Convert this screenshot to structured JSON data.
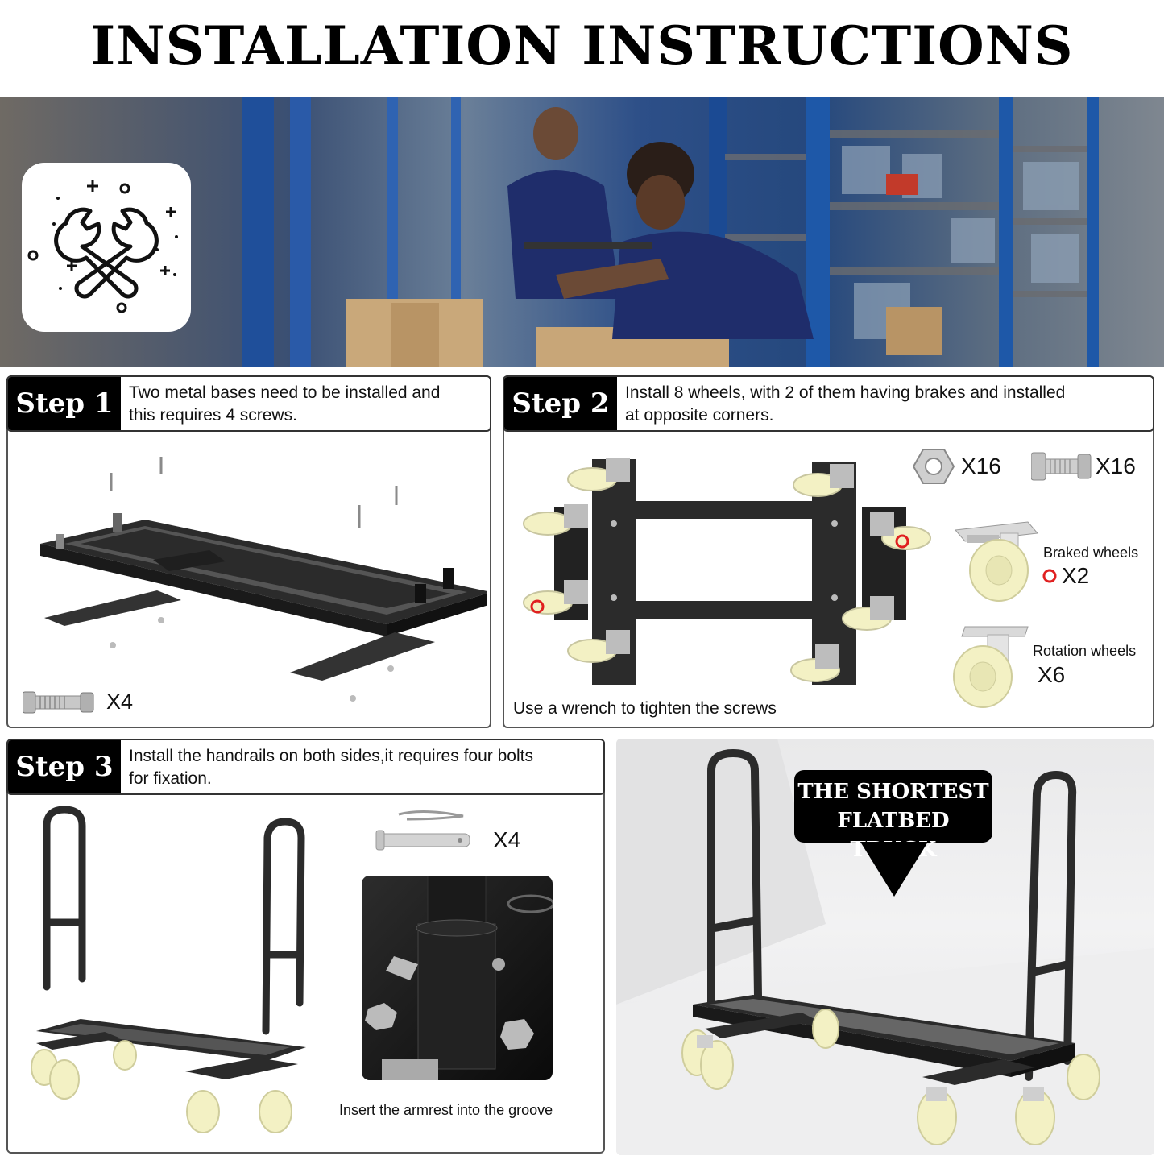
{
  "title": "INSTALLATION INSTRUCTIONS",
  "step1": {
    "label": "Step 1",
    "text_line1": "Two metal bases need to be installed and",
    "text_line2": "this requires 4 screws.",
    "screw_qty": "X4"
  },
  "step2": {
    "label": "Step 2",
    "text_line1": "Install 8 wheels, with 2 of them having brakes and installed",
    "text_line2": "at opposite corners.",
    "nut_qty": "X16",
    "bolt_qty": "X16",
    "braked_label": "Braked wheels",
    "braked_qty": "X2",
    "rotation_label": "Rotation wheels",
    "rotation_qty": "X6",
    "footer": "Use a wrench to tighten the screws"
  },
  "step3": {
    "label": "Step 3",
    "text_line1": "Install the handrails on both sides,it requires four bolts",
    "text_line2": "for fixation.",
    "pin_qty": "X4",
    "inset_caption": "Insert the armrest into the groove"
  },
  "callout": {
    "line1": "THE SHORTEST",
    "line2": "FLATBED TRUCK"
  },
  "colors": {
    "frame": "#2b2b2b",
    "wheel": "#f3f1c4",
    "brake_marker": "#e02020",
    "label_bg": "#000000"
  },
  "icons": [
    "wrench-cross-icon",
    "nut-icon",
    "bolt-icon",
    "brake-marker-icon"
  ]
}
